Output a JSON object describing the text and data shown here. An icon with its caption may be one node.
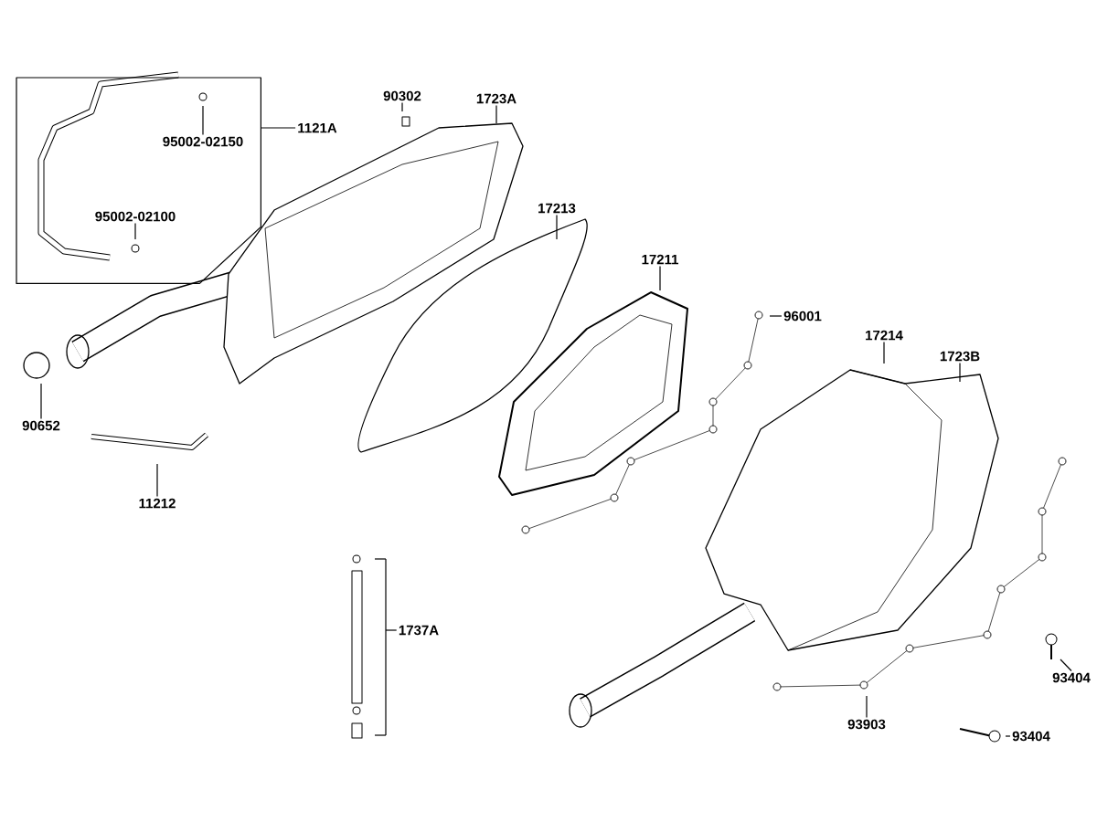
{
  "diagram": {
    "nodes": [
      {
        "text": [],
        "shape": "box"
      },
      {
        "text": [
          "95002-02150"
        ],
        "in": 0
      },
      {
        "text": [
          "1121A"
        ]
      },
      {
        "text": [
          "95002-02100"
        ],
        "in": 0
      },
      {
        "text": [
          "90302"
        ]
      },
      {
        "text": [
          "1723A"
        ]
      },
      {
        "text": [
          "17213"
        ]
      },
      {
        "text": [
          "17211"
        ]
      },
      {
        "text": [
          "96001"
        ]
      },
      {
        "text": [
          "17214"
        ]
      },
      {
        "text": [
          "1723B"
        ]
      },
      {
        "text": [
          "90652"
        ]
      },
      {
        "text": [
          "11212"
        ]
      },
      {
        "text": [
          "1737A"
        ]
      },
      {
        "text": [
          "93903"
        ]
      },
      {
        "text": [
          "93404"
        ]
      },
      {
        "text": [
          "93404"
        ]
      }
    ],
    "edges": [
      {
        "from": 1,
        "to": null,
        "arrow": "none"
      },
      {
        "from": 2,
        "to": 0,
        "arrow": "none"
      },
      {
        "from": 3,
        "to": null,
        "arrow": "none"
      },
      {
        "from": 4,
        "to": null,
        "arrow": "none"
      },
      {
        "from": 5,
        "to": null,
        "arrow": "none"
      },
      {
        "from": 6,
        "to": null,
        "arrow": "none"
      },
      {
        "from": 7,
        "to": null,
        "arrow": "none"
      },
      {
        "from": 8,
        "to": null,
        "arrow": "none"
      },
      {
        "from": 9,
        "to": null,
        "arrow": "none"
      },
      {
        "from": 10,
        "to": null,
        "arrow": "none"
      },
      {
        "from": 11,
        "to": null,
        "arrow": "none"
      },
      {
        "from": 12,
        "to": null,
        "arrow": "none"
      },
      {
        "from": 13,
        "to": null,
        "arrow": "none"
      },
      {
        "from": 14,
        "to": null,
        "arrow": "none"
      },
      {
        "from": 15,
        "to": null,
        "arrow": "none"
      },
      {
        "from": 16,
        "to": null,
        "arrow": "none"
      }
    ]
  }
}
